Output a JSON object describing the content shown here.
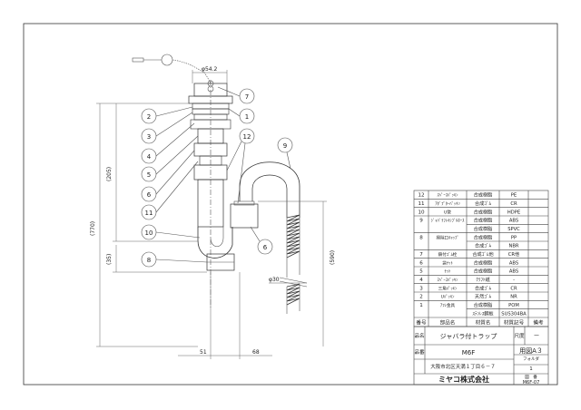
{
  "dimensions": {
    "phi54": "φ54.2",
    "h205": "(205)",
    "h770": "(770)",
    "h35": "(35)",
    "h590": "(590)",
    "phi30": "φ30",
    "w51": "51",
    "w68": "68"
  },
  "callouts": [
    "1",
    "2",
    "3",
    "4",
    "5",
    "6",
    "7",
    "8",
    "9",
    "10",
    "11",
    "12"
  ],
  "parts_table": {
    "rows": [
      {
        "no": "12",
        "name": "ｽﾍﾟｰｽﾊﾟｯｷﾝ",
        "material": "合成樹脂",
        "code": "PE"
      },
      {
        "no": "11",
        "name": "ｱﾀﾞﾌﾟﾀｰﾊﾟｯｷﾝ",
        "material": "合成ｺﾞﾑ",
        "code": "CR"
      },
      {
        "no": "10",
        "name": "U管",
        "material": "合成樹脂",
        "code": "HDPE"
      },
      {
        "no": "9",
        "name": "ｼﾞｬﾊﾞﾗﾌﾚｷｼﾌﾞﾙﾎｰｽ",
        "material": "合成樹脂",
        "code": "ABS"
      },
      {
        "no": "",
        "name": "",
        "material": "合成樹脂",
        "code": "SPVC"
      },
      {
        "no": "8",
        "name": "掃除口ｷｬｯﾌﾟ",
        "material": "合成樹脂",
        "code": "PP"
      },
      {
        "no": "",
        "name": "",
        "material": "合成ｺﾞﾑ",
        "code": "NBR"
      },
      {
        "no": "7",
        "name": "鎖付ｺﾞﾑ栓",
        "material": "合成ｺﾞﾑ他",
        "code": "CR他"
      },
      {
        "no": "6",
        "name": "袋ﾅｯﾄ",
        "material": "合成樹脂",
        "code": "ABS"
      },
      {
        "no": "5",
        "name": "ﾅｯﾄ",
        "material": "合成樹脂",
        "code": "ABS"
      },
      {
        "no": "4",
        "name": "ｽﾍﾟｰｽﾊﾟｯｷﾝ",
        "material": "ｸﾗﾌﾄ紙",
        "code": "-"
      },
      {
        "no": "3",
        "name": "三角ﾊﾟｯｷﾝ",
        "material": "合成ｺﾞﾑ",
        "code": "CR"
      },
      {
        "no": "2",
        "name": "Uﾊﾟｯｷﾝ",
        "material": "天然ｺﾞﾑ",
        "code": "NR"
      },
      {
        "no": "1",
        "name": "ｱﾌﾚ金具",
        "material": "合成樹脂",
        "code": "POM"
      },
      {
        "no": "",
        "name": "",
        "material": "ｽﾃﾝﾚｽ鋼板",
        "code": "SUS304BA"
      }
    ],
    "header": {
      "no": "番号",
      "name": "部品名",
      "material": "材質名",
      "code": "材質記号",
      "note": "備考"
    }
  },
  "title_block": {
    "name_label": "品名",
    "name_value": "ジャバラ付トラップ",
    "scale_label": "尺度",
    "scale_value": "－",
    "number_label": "品番",
    "number_value": "M6F",
    "paper": "用図A３",
    "address": "大阪市北区天満１丁目６－７",
    "folder_label": "フォルダ",
    "folder_value": "1",
    "company": "ミヤコ株式会社",
    "drawing_label": "図　番",
    "drawing_value": "M6F-07"
  }
}
